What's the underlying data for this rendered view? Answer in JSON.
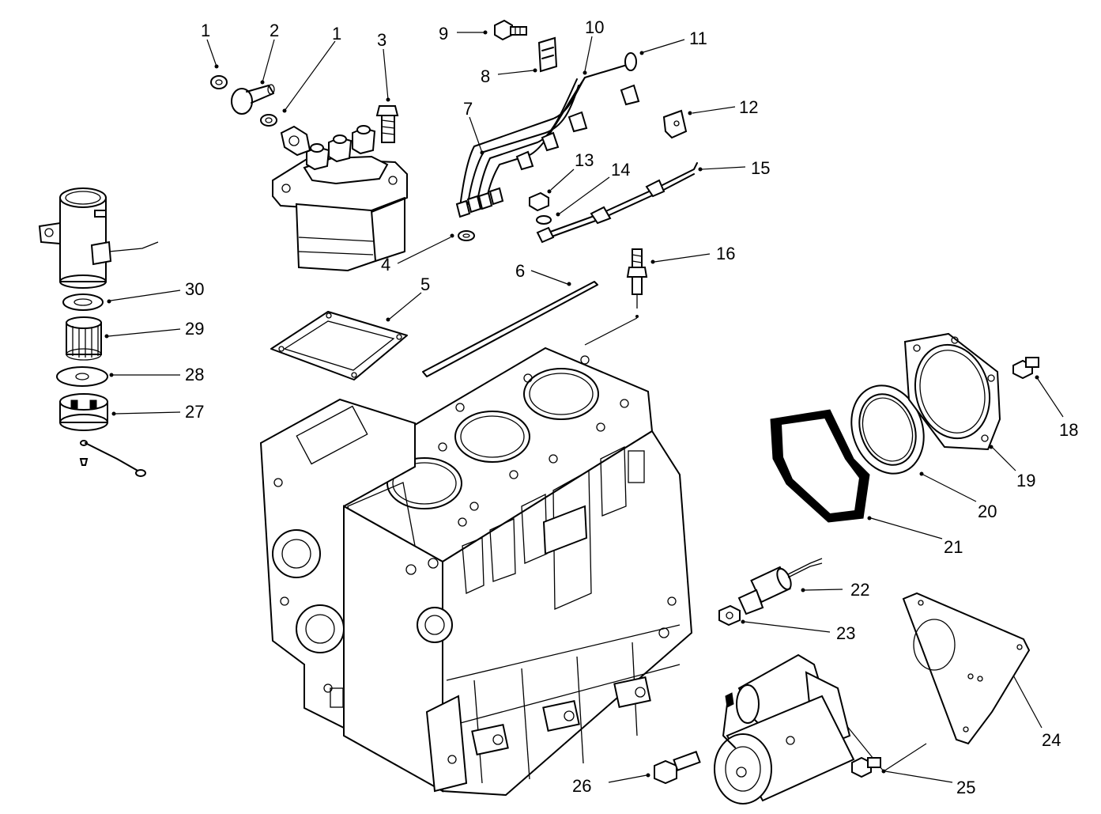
{
  "callouts": [
    {
      "id": "c1a",
      "text": "1"
    },
    {
      "id": "c2",
      "text": "2"
    },
    {
      "id": "c1b",
      "text": "1"
    },
    {
      "id": "c3",
      "text": "3"
    },
    {
      "id": "c9",
      "text": "9"
    },
    {
      "id": "c10",
      "text": "10"
    },
    {
      "id": "c11",
      "text": "11"
    },
    {
      "id": "c8",
      "text": "8"
    },
    {
      "id": "c12",
      "text": "12"
    },
    {
      "id": "c7",
      "text": "7"
    },
    {
      "id": "c13",
      "text": "13"
    },
    {
      "id": "c14",
      "text": "14"
    },
    {
      "id": "c15",
      "text": "15"
    },
    {
      "id": "c4",
      "text": "4"
    },
    {
      "id": "c16",
      "text": "16"
    },
    {
      "id": "c6",
      "text": "6"
    },
    {
      "id": "c5",
      "text": "5"
    },
    {
      "id": "c30",
      "text": "30"
    },
    {
      "id": "c29",
      "text": "29"
    },
    {
      "id": "c28",
      "text": "28"
    },
    {
      "id": "c27",
      "text": "27"
    },
    {
      "id": "c18",
      "text": "18"
    },
    {
      "id": "c19",
      "text": "19"
    },
    {
      "id": "c20",
      "text": "20"
    },
    {
      "id": "c21",
      "text": "21"
    },
    {
      "id": "c22",
      "text": "22"
    },
    {
      "id": "c23",
      "text": "23"
    },
    {
      "id": "c24",
      "text": "24"
    },
    {
      "id": "c25",
      "text": "25"
    },
    {
      "id": "c26",
      "text": "26"
    }
  ],
  "colors": {
    "ink": "#000000",
    "paper": "#ffffff"
  }
}
